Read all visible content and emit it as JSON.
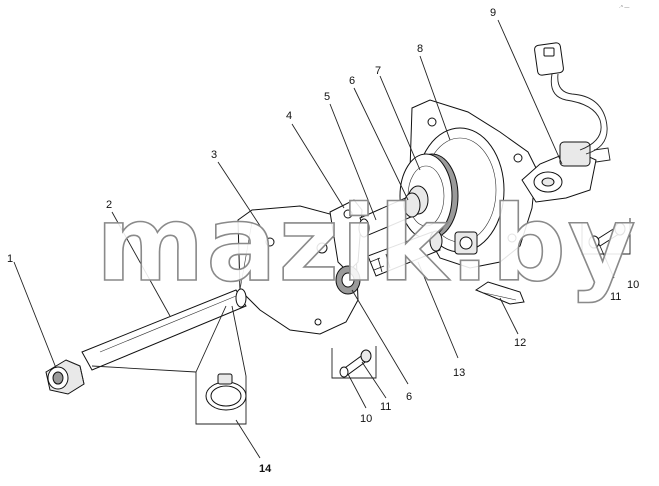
{
  "diagram": {
    "callouts": [
      {
        "id": "c1",
        "text": "1"
      },
      {
        "id": "c2",
        "text": "2"
      },
      {
        "id": "c3",
        "text": "3"
      },
      {
        "id": "c4",
        "text": "4"
      },
      {
        "id": "c5",
        "text": "5"
      },
      {
        "id": "c6a",
        "text": "6"
      },
      {
        "id": "c7",
        "text": "7"
      },
      {
        "id": "c8",
        "text": "8"
      },
      {
        "id": "c9",
        "text": "9"
      },
      {
        "id": "c10a",
        "text": "10"
      },
      {
        "id": "c11a",
        "text": "11"
      },
      {
        "id": "c12",
        "text": "12"
      },
      {
        "id": "c13",
        "text": "13"
      },
      {
        "id": "c6b",
        "text": "6"
      },
      {
        "id": "c11b",
        "text": "11"
      },
      {
        "id": "c10b",
        "text": "10"
      },
      {
        "id": "c14",
        "text": "14"
      }
    ],
    "watermark": "mazik.by",
    "corner_mark": "·^ —"
  }
}
